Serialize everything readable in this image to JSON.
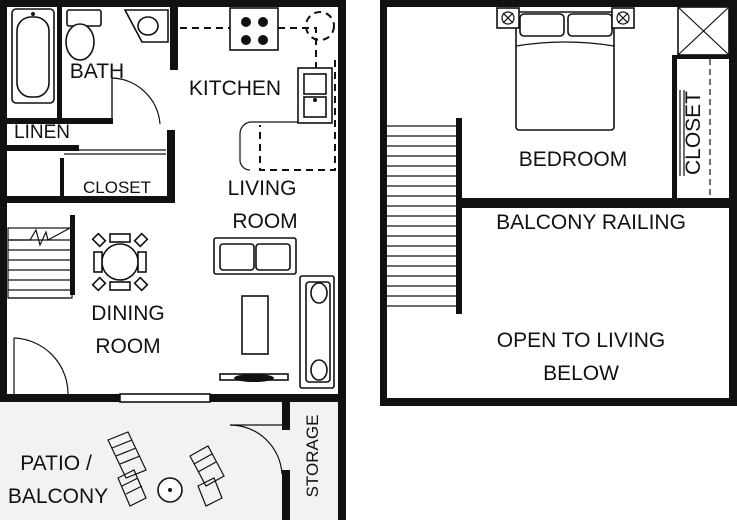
{
  "rooms": {
    "bath": "BATH",
    "kitchen": "KITCHEN",
    "linen": "LINEN",
    "closet_lower": "CLOSET",
    "living_line1": "LIVING",
    "living_line2": "ROOM",
    "dining_line1": "DINING",
    "dining_line2": "ROOM",
    "patio_line1": "PATIO /",
    "patio_line2": "BALCONY",
    "storage": "STORAGE",
    "bedroom": "BEDROOM",
    "closet_upper": "CLOSET",
    "balcony_railing": "BALCONY RAILING",
    "open_line1": "OPEN TO LIVING",
    "open_line2": "BELOW"
  },
  "colors": {
    "wall": "#111111",
    "background": "#ffffff",
    "patio": "#f2f2f2"
  }
}
